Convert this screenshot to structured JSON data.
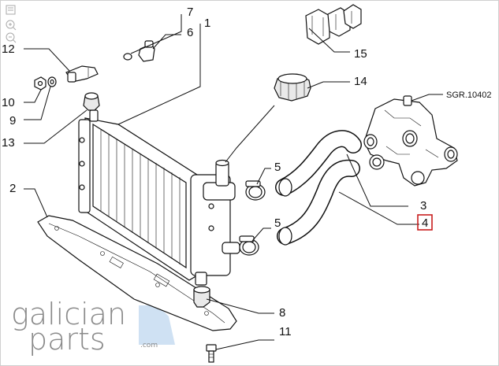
{
  "callouts": {
    "c1": "1",
    "c2": "2",
    "c3": "3",
    "c4": "4",
    "c5a": "5",
    "c5b": "5",
    "c6": "6",
    "c7": "7",
    "c8": "8",
    "c9": "9",
    "c10": "10",
    "c11": "11",
    "c12": "12",
    "c13": "13",
    "c14": "14",
    "c15": "15"
  },
  "reference": "SGR.10402",
  "selected_callout": "4",
  "highlight_color": "#c81e1e",
  "watermark": {
    "line1": "galician",
    "line2": "parts",
    "suffix": ".com"
  },
  "toolbar": [
    "print-icon",
    "zoom-in-icon",
    "zoom-out-icon"
  ]
}
